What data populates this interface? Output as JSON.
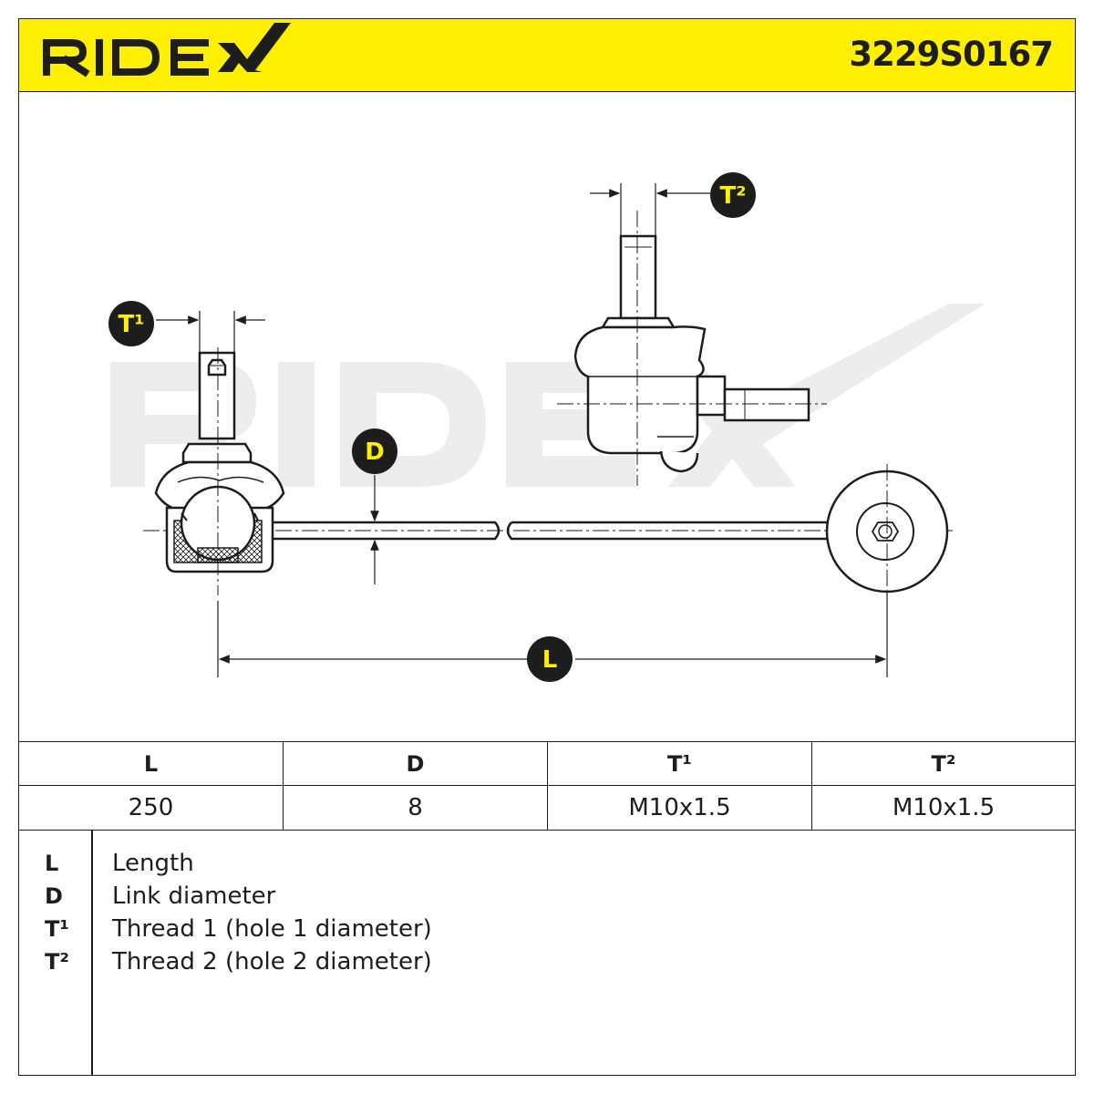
{
  "header": {
    "brand": "RIDEX",
    "part_number": "3229S0167",
    "background_color": "#ffef00"
  },
  "drawing": {
    "watermark": "RIDEX",
    "callouts": [
      {
        "id": "T1",
        "label": "T¹"
      },
      {
        "id": "T2",
        "label": "T²"
      },
      {
        "id": "D",
        "label": "D"
      },
      {
        "id": "L",
        "label": "L"
      }
    ]
  },
  "spec_table": {
    "columns": [
      {
        "header": "L",
        "value": "250"
      },
      {
        "header": "D",
        "value": "8"
      },
      {
        "header": "T¹",
        "value": "M10x1.5"
      },
      {
        "header": "T²",
        "value": "M10x1.5"
      }
    ]
  },
  "legend": [
    {
      "symbol": "L",
      "description": "Length"
    },
    {
      "symbol": "D",
      "description": "Link diameter"
    },
    {
      "symbol": "T¹",
      "description": "Thread 1 (hole 1 diameter)"
    },
    {
      "symbol": "T²",
      "description": "Thread 2 (hole 2 diameter)"
    }
  ]
}
